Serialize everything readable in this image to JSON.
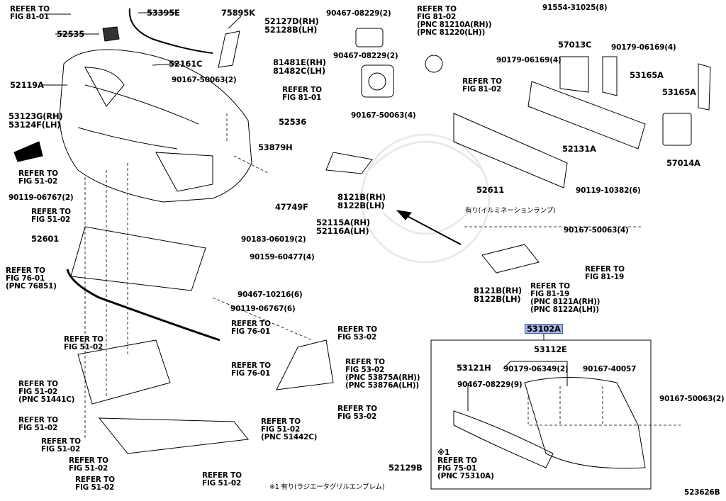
{
  "labels": {
    "ref_81_01_a": "REFER TO\nFIG 81-01",
    "ref_81_01_b": "REFER TO\nFIG 81-01",
    "ref_81_02_a": "REFER TO\nFIG 81-02\n(PNC 81210A(RH))\n(PNC 81220(LH))",
    "ref_81_02_b": "REFER TO\nFIG 81-02",
    "ref_81_19": "REFER TO\nFIG 81-19",
    "ref_81_19_pnc": "REFER TO\nFIG 81-19\n(PNC 8121A(RH))\n(PNC 8122A(LH))",
    "ref_51_02": "REFER TO\nFIG 51-02",
    "ref_51_02_pnc_a": "REFER TO\nFIG 51-02\n(PNC 51441C)",
    "ref_51_02_pnc_b": "REFER TO\nFIG 51-02\n(PNC 51442C)",
    "ref_76_01": "REFER TO\nFIG 76-01",
    "ref_76_01_pnc": "REFER TO\nFIG 76-01\n(PNC 76851)",
    "ref_53_02": "REFER TO\nFIG 53-02",
    "ref_53_02_pnc": "REFER TO\nFIG 53-02\n(PNC 53875A(RH))\n(PNC 53876A(LH))",
    "ref_75_01_pnc": "※1\nREFER TO\nFIG 75-01\n(PNC 75310A)",
    "p52535": "52535",
    "p53395E": "53395E",
    "p75895K": "75895K",
    "p52161C": "52161C",
    "p52119A": "52119A",
    "p90167_50063_2": "90167-50063(2)",
    "p53123G": "53123G(RH)\n53124F(LH)",
    "p52536": "52536",
    "p52127D": "52127D(RH)\n52128B(LH)",
    "p90467_08229_2a": "90467-08229(2)",
    "p90467_08229_2b": "90467-08229(2)",
    "p81481E": "81481E(RH)\n81482C(LH)",
    "p91554_31025_8": "91554-31025(8)",
    "p57013C": "57013C",
    "p90179_06169_4a": "90179-06169(4)",
    "p90179_06169_4b": "90179-06169(4)",
    "p53165A": "53165A",
    "p90167_50063_4": "90167-50063(4)",
    "p52131A": "52131A",
    "p57014A": "57014A",
    "p53879H": "53879H",
    "p52611": "52611",
    "p90119_10382_6": "90119-10382(6)",
    "p90119_06767_2": "90119-06767(2)",
    "p8121B": "8121B(RH)\n8122B(LH)",
    "p47749F": "47749F",
    "note_illum": "有り(イルミネーションランプ)",
    "p52115A": "52115A(RH)\n52116A(LH)",
    "p52601": "52601",
    "p90183_06019_2": "90183-06019(2)",
    "p90159_60477_4": "90159-60477(4)",
    "p90467_10216_6": "90467-10216(6)",
    "p90119_06767_6": "90119-06767(6)",
    "p53102A": "53102A",
    "p53112E": "53112E",
    "p53121H": "53121H",
    "p90179_06349_2": "90179-06349(2)",
    "p90167_40057": "90167-40057",
    "p90467_08229_9": "90467-08229(9)",
    "p52129B": "52129B",
    "footnote": "※1 有り(ラジエータグリルエンブレム)",
    "diagram_id": "523626B"
  }
}
